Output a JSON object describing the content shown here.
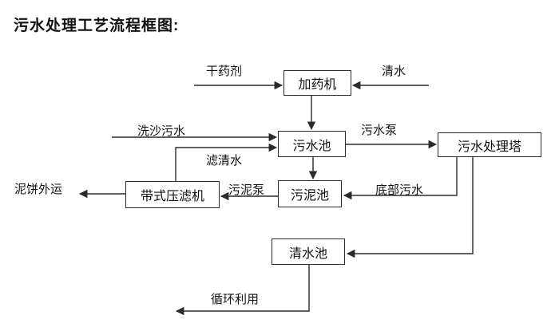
{
  "title": "污水处理工艺流程框图:",
  "nodes": {
    "dosing_machine": "加药机",
    "sewage_pool": "污水池",
    "sewage_treatment_tower": "污水处理塔",
    "belt_filter_press": "带式压滤机",
    "sludge_pool": "污泥池",
    "clean_water_pool": "清水池"
  },
  "flow_labels": {
    "dry_chemical": "干药剂",
    "clean_water": "清水",
    "sand_washing_sewage": "洗沙污水",
    "filtered_water": "滤清水",
    "sewage_pump": "污水泵",
    "sludge_pump": "污泥泵",
    "mud_cake_shipped_out": "泥饼外运",
    "bottom_sewage": "底部污水",
    "recycling": "循环利用"
  },
  "colors": {
    "line": "#2b2b2b",
    "text": "#111111",
    "background": "#ffffff"
  }
}
